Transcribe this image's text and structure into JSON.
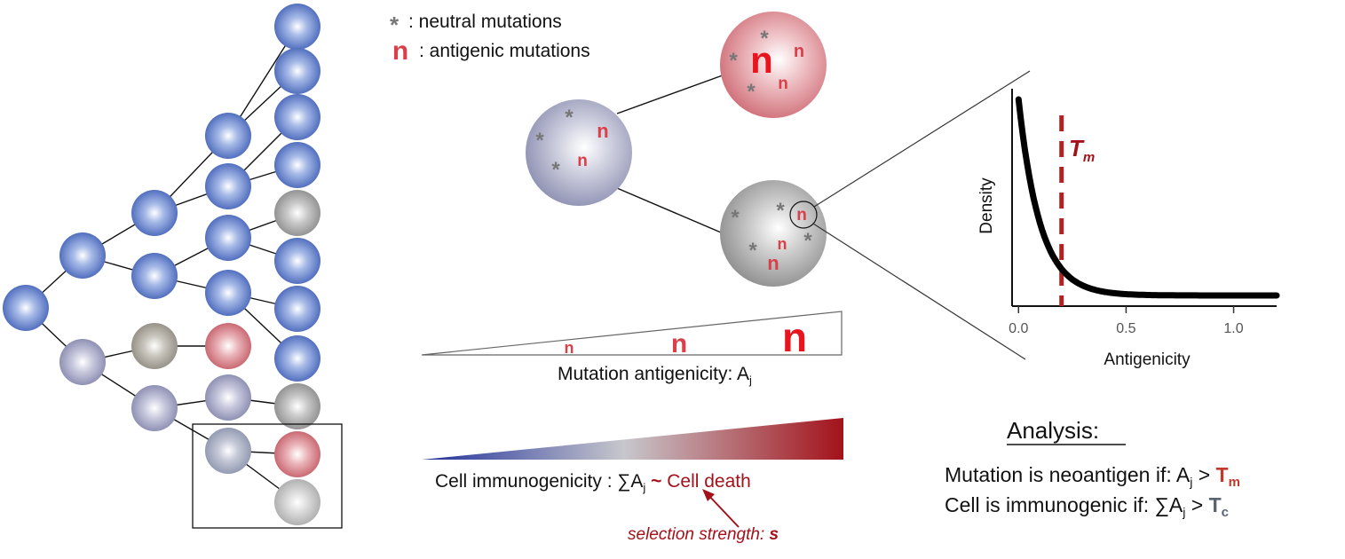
{
  "legend": {
    "neutral_symbol": "*",
    "neutral_label": ": neutral mutations",
    "antigenic_symbol": "n",
    "antigenic_label": ": antigenic mutations"
  },
  "mutation_symbols": {
    "neutral": "*",
    "antigenic": "n"
  },
  "antigenicity_wedge": {
    "label": "Mutation antigenicity: A",
    "sub": "j"
  },
  "immunogenicity_bar": {
    "label": "Cell immunogenicity : ∑A",
    "sub": "j",
    "tilde": "~",
    "death": "Cell death",
    "selection": "selection strength: ",
    "selection_symbol": "s"
  },
  "density_plot": {
    "ylabel": "Density",
    "xlabel": "Antigenicity",
    "threshold_label": "T",
    "threshold_sub": "m",
    "threshold_value": 0.2,
    "x_ticks": [
      "0.0",
      "0.5",
      "1.0"
    ],
    "x_tick_values": [
      0,
      0.5,
      1.0
    ],
    "xlim": [
      -0.03,
      1.2
    ],
    "decay_rate": 10,
    "line_color": "#000000",
    "threshold_color": "#b22222"
  },
  "analysis": {
    "title": "Analysis:",
    "line1_prefix": "Mutation is neoantigen if: A",
    "line1_sub": "j",
    "line1_op": " > ",
    "line1_T": "T",
    "line1_Tsub": "m",
    "line2_prefix": "Cell is immunogenic if: ∑A",
    "line2_sub": "j",
    "line2_op": " > ",
    "line2_T": "T",
    "line2_Tsub": "c"
  },
  "colors": {
    "blue_cell": "#5a78c8",
    "purple_cell": "#9a9cc0",
    "gray_cell": "#9a9a9a",
    "taupe_cell": "#a09a90",
    "red_cell": "#cc6f78",
    "light_gray_cell": "#bdbdbd",
    "dark_red_text": "#a3121a",
    "antigenic_red": "#d9404a",
    "neutral_gray": "#777777",
    "Tm_color": "#c0392b",
    "Tc_color": "#5a6475"
  }
}
